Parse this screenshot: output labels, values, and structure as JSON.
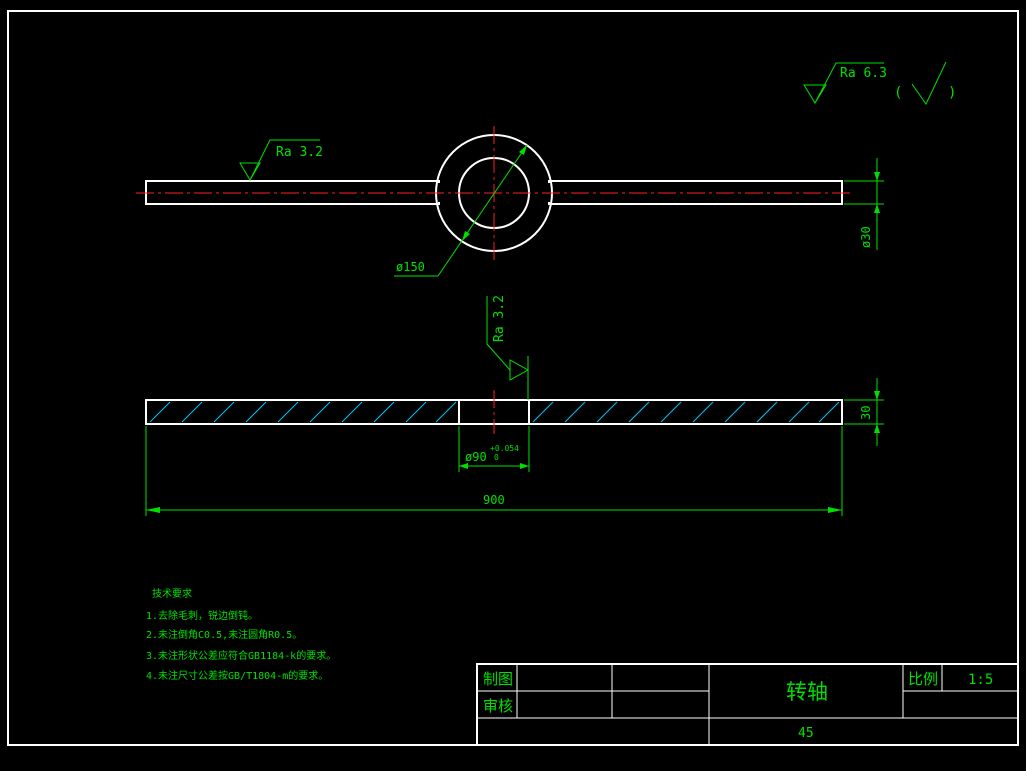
{
  "roughness": {
    "global": {
      "label": "Ra 6.3",
      "bracket_open": "(",
      "bracket_close": ")"
    },
    "top_view": "Ra 3.2",
    "side_view": "Ra 3.2"
  },
  "dimensions": {
    "ring_diameter": "ø150",
    "bar_thickness_top": "ø30",
    "bar_thickness_side": "30",
    "bore_diameter": "ø90",
    "bore_tol_upper": "+0.054",
    "bore_tol_lower": "0",
    "overall_length": "900"
  },
  "tech_requirements": {
    "title": "技术要求",
    "items": [
      "1.去除毛刺，锐边倒钝。",
      "2.未注倒角C0.5,未注圆角R0.5。",
      "3.未注形状公差应符合GB1184-k的要求。",
      "4.未注尺寸公差按GB/T1804-m的要求。"
    ]
  },
  "title_block": {
    "drawn_label": "制图",
    "checked_label": "审核",
    "part_name": "转轴",
    "scale_label": "比例",
    "scale_value": "1:5",
    "material": "45"
  },
  "colors": {
    "background": "#000000",
    "outline": "#ffffff",
    "annotation": "#00e000",
    "centerline": "#ff2020",
    "hatch": "#00c8ff"
  }
}
